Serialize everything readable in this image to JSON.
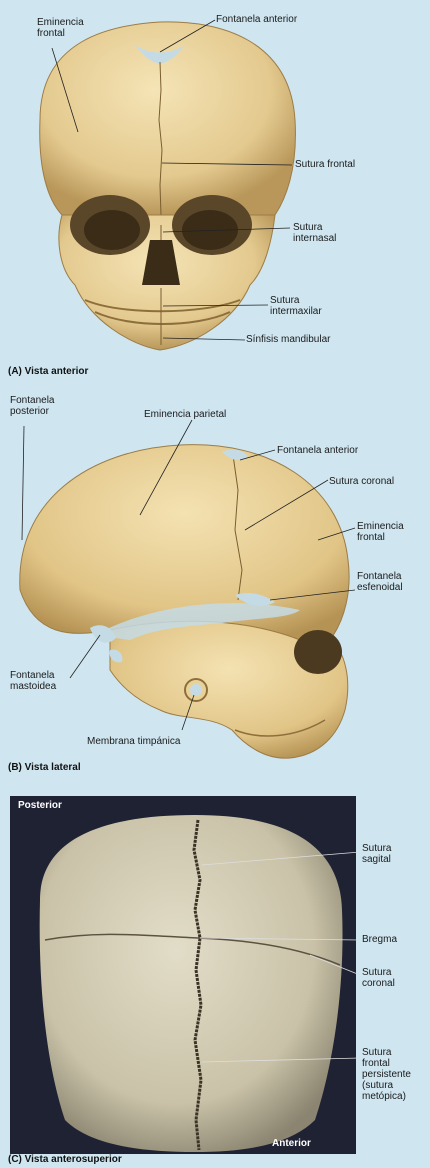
{
  "panel_a": {
    "caption": "(A) Vista anterior",
    "labels": {
      "eminencia_frontal": "Eminencia\nfrontal",
      "fontanela_anterior": "Fontanela anterior",
      "sutura_frontal": "Sutura frontal",
      "sutura_internasal": "Sutura\ninternasal",
      "sutura_intermaxilar": "Sutura\nintermaxilar",
      "sinfisis_mandibular": "Sínfisis mandibular"
    }
  },
  "panel_b": {
    "caption": "(B) Vista lateral",
    "labels": {
      "fontanela_posterior": "Fontanela\nposterior",
      "eminencia_parietal": "Eminencia parietal",
      "fontanela_anterior": "Fontanela anterior",
      "sutura_coronal": "Sutura coronal",
      "eminencia_frontal": "Eminencia\nfrontal",
      "fontanela_esfenoidal": "Fontanela\nesfenoidal",
      "fontanela_mastoidea": "Fontanela\nmastoidea",
      "membrana_timpanica": "Membrana timpánica"
    }
  },
  "panel_c": {
    "caption": "(C) Vista anterosuperior",
    "photo_posterior": "Posterior",
    "photo_anterior": "Anterior",
    "labels": {
      "sutura_sagital": "Sutura\nsagital",
      "bregma": "Bregma",
      "sutura_coronal": "Sutura\ncoronal",
      "sutura_frontal_persistente": "Sutura\nfrontal\npersistente\n(sutura\nmetópica)"
    }
  },
  "colors": {
    "background": "#cfe6f1",
    "bone": "#e9d29a",
    "bone_shadow": "#c9a866",
    "fontanelle": "#c4dbe5",
    "photo_bg": "#1f2233",
    "photo_skull": "#cfcab5"
  }
}
